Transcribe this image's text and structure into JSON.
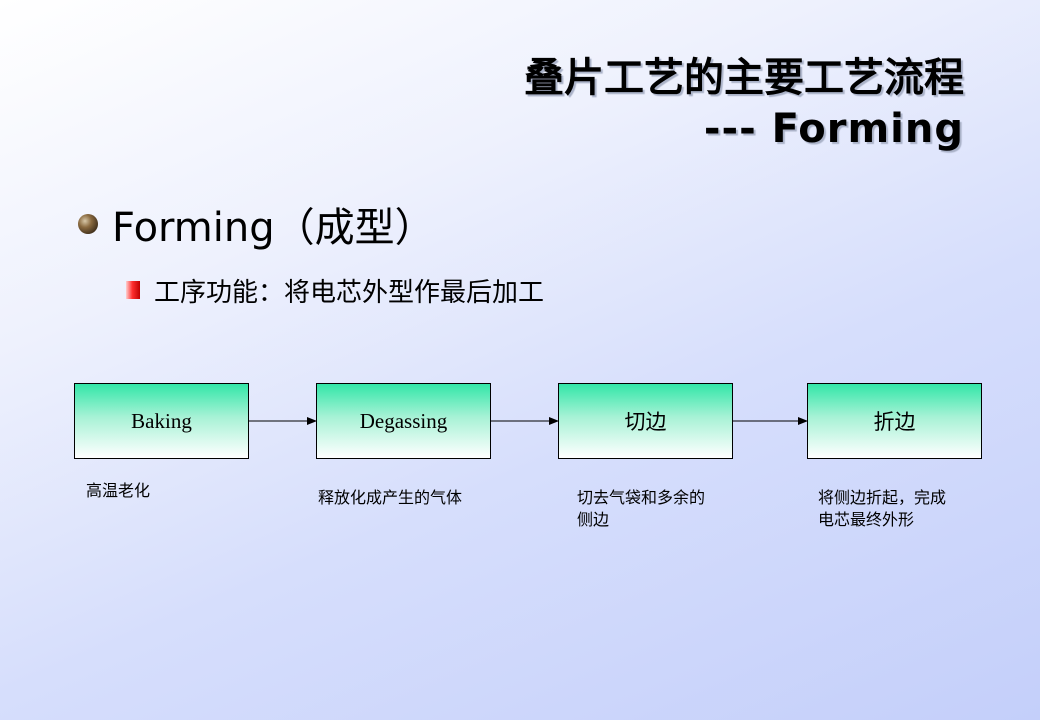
{
  "title": {
    "line1": "叠片工艺的主要工艺流程",
    "line2": "---  Forming"
  },
  "bullet1": "Forming（成型）",
  "bullet2": "工序功能：将电芯外型作最后加工",
  "steps": [
    {
      "label": "Baking",
      "caption": "高温老化"
    },
    {
      "label": "Degassing",
      "caption": "释放化成产生的气体"
    },
    {
      "label": "切边",
      "caption_l1": "切去气袋和多余的",
      "caption_l2": "侧边"
    },
    {
      "label": "折边",
      "caption_l1": "将侧边折起，完成",
      "caption_l2": "电芯最终外形"
    }
  ]
}
